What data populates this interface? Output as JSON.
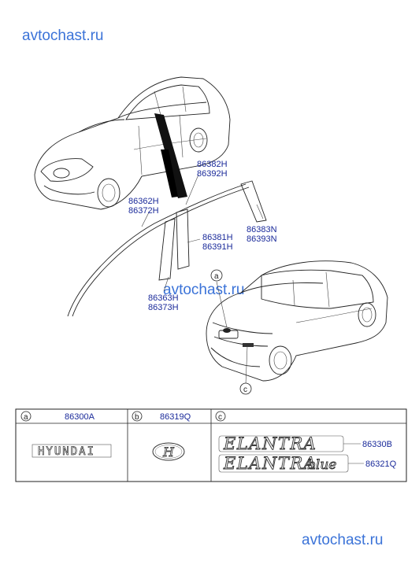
{
  "watermarks": {
    "top": "avtochast.ru",
    "middle": "avtochast.ru",
    "bottom": "avtochast.ru"
  },
  "parts": {
    "front_moulding": [
      "86362H",
      "86372H"
    ],
    "roof_moulding": [
      "86382H",
      "86392H"
    ],
    "rear_pillar": [
      "86383N",
      "86393N"
    ],
    "b_pillar": [
      "86381H",
      "86391H"
    ],
    "a_pillar": [
      "86363H",
      "86373H"
    ]
  },
  "callouts": {
    "a": "a",
    "c": "c"
  },
  "table": {
    "cells": [
      {
        "letter": "a",
        "part": "86300A",
        "emblem": "HYUNDAI"
      },
      {
        "letter": "b",
        "part": "86319Q",
        "emblem": "H"
      },
      {
        "letter": "c",
        "part": ""
      }
    ],
    "c_items": [
      {
        "emblem": "ELANTRA",
        "part": "86330B"
      },
      {
        "emblem_main": "ELANTRA",
        "emblem_suffix": "blue",
        "part": "86321Q"
      }
    ]
  }
}
